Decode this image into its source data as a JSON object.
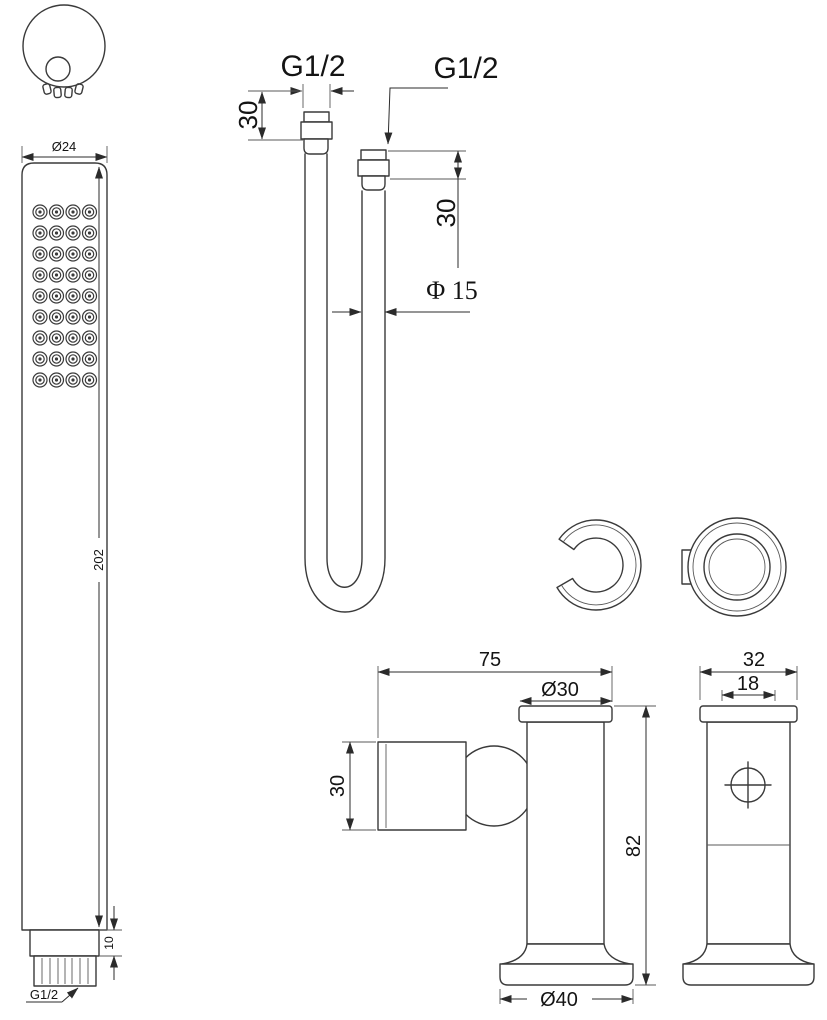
{
  "drawing": {
    "ink_color": "#3a3a3a",
    "wand": {
      "top_diameter": "Ø24",
      "length": "202",
      "connector_height": "10",
      "thread": "G1/2"
    },
    "hose": {
      "thread_left": "G1/2",
      "thread_right": "G1/2",
      "left_connector_length": "30",
      "right_connector_length": "30",
      "hose_diameter": "Φ 15"
    },
    "outlet_front": {
      "overall_width": "75",
      "top_diameter": "Ø30",
      "arm_diameter": "30",
      "height": "82",
      "base_diameter": "Ø40"
    },
    "outlet_side": {
      "width": "32",
      "inner_width": "18"
    }
  }
}
